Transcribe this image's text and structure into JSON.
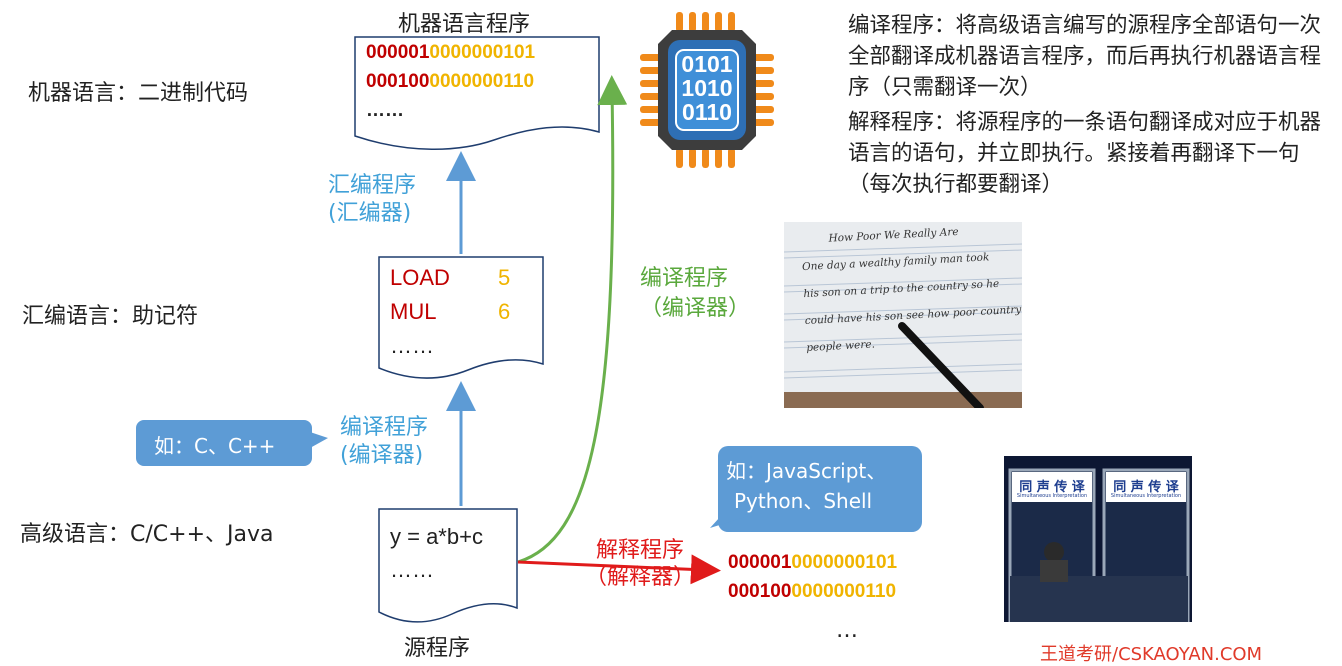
{
  "levels": {
    "machine": "机器语言：二进制代码",
    "assembly": "汇编语言：助记符",
    "high": "高级语言：C/C++、Java"
  },
  "machine_doc": {
    "title": "机器语言程序",
    "line1_a": "000001",
    "line1_b": "0000000101",
    "line2_a": "000100",
    "line2_b": "0000000110",
    "ellipsis": "……"
  },
  "assembly_doc": {
    "row1_op": "LOAD",
    "row1_val": "5",
    "row2_op": "MUL",
    "row2_val": "6",
    "ellipsis": "……"
  },
  "source_doc": {
    "line1": "y = a*b+c",
    "ellipsis": "……",
    "caption": "源程序"
  },
  "arrows": {
    "assembler_1": "汇编程序",
    "assembler_2": "(汇编器)",
    "compiler_blue_1": "编译程序",
    "compiler_blue_2": "(编译器)",
    "compiler_green_1": "编译程序",
    "compiler_green_2": "（编译器）",
    "interpreter_1": "解释程序",
    "interpreter_2": "（解释器）"
  },
  "bubbles": {
    "compiled_example": "如：C、C++",
    "interpreted_example_1": "如：JavaScript、",
    "interpreted_example_2": "Python、Shell"
  },
  "interp_output": {
    "line1_a": "000001",
    "line1_b": "0000000101",
    "line2_a": "000100",
    "line2_b": "0000000110",
    "ellipsis": "…"
  },
  "chip": {
    "row1": "0101",
    "row2": "1010",
    "row3": "0110"
  },
  "notes": {
    "compile": "编译程序：将高级语言编写的源程序全部语句一次全部翻译成机器语言程序，而后再执行机器语言程序（只需翻译一次）",
    "interpret": "解释程序：将源程序的一条语句翻译成对应于机器语言的语句，并立即执行。紧接着再翻译下一句（每次执行都要翻译）"
  },
  "photos": {
    "handwriting_title": "How Poor We Really Are",
    "handwriting_line1": "One day a wealthy family man took",
    "handwriting_line2": "his son on a trip to the country so he",
    "handwriting_line3": "could have his son see how poor country",
    "handwriting_line4": "people were.",
    "booth_sign_1": "同 声 传 译",
    "booth_sign_2": "同 声 传 译",
    "booth_sub": "Simultaneous Interpretation"
  },
  "watermark": "王道考研/CSKAOYAN.COM",
  "colors": {
    "red": "#c00000",
    "gold": "#f0b400",
    "blue": "#5d9bd5",
    "green": "#5aa83c",
    "interp_red": "#e01b1b",
    "chip": "#2e6fb5"
  }
}
